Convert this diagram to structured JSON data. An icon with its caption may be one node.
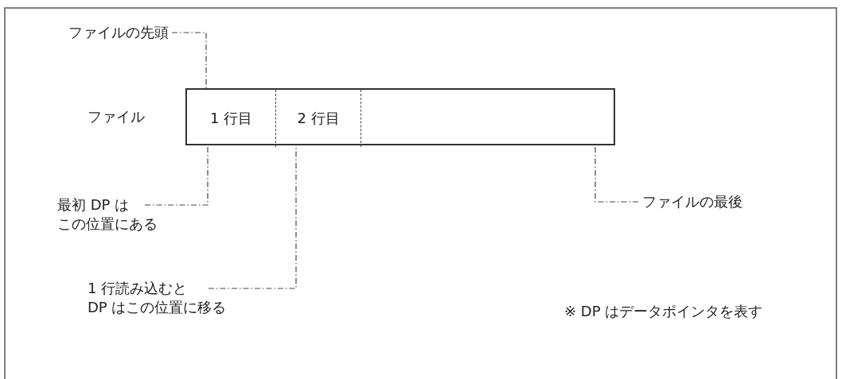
{
  "diagram": {
    "nodes": [
      {
        "text": [
          "ファイル"
        ]
      },
      {
        "text": [
          "1 行目"
        ],
        "in": 0
      },
      {
        "text": [
          "2 行目"
        ],
        "in": 0
      },
      {
        "text": [
          "ファイルの先頭"
        ]
      },
      {
        "text": [
          "最初 DP はこの位置にある"
        ]
      },
      {
        "text": [
          "1 行読み込むとDP はこの位置に移る"
        ]
      },
      {
        "text": [
          "ファイルの最後"
        ]
      }
    ],
    "edges": [
      {
        "from": 3,
        "to": 0,
        "arrow": "none",
        "style": "dashed"
      },
      {
        "from": 4,
        "to": 0,
        "arrow": "none",
        "style": "dashed"
      },
      {
        "from": 5,
        "to": 0,
        "arrow": "none",
        "style": "dashed"
      },
      {
        "from": 6,
        "to": 0,
        "arrow": "none",
        "style": "dashed"
      }
    ],
    "labels": [
      "※ DP はデータポインタを表す"
    ]
  }
}
